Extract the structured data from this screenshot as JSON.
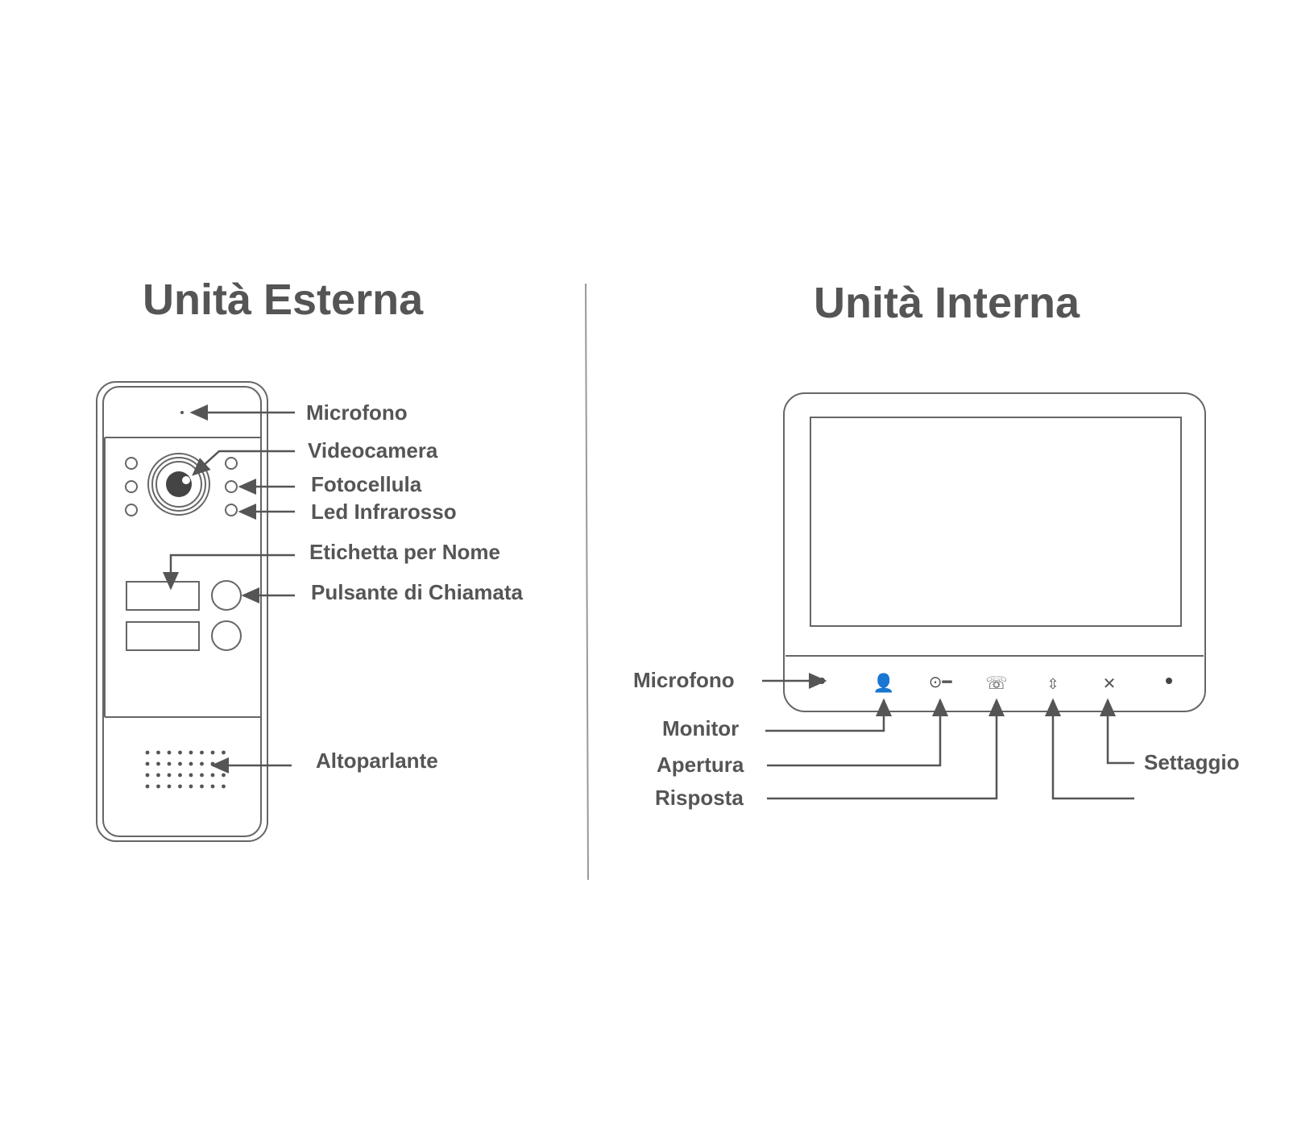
{
  "left": {
    "title": "Unità Esterna",
    "labels": {
      "microphone": "Microfono",
      "camera": "Videocamera",
      "photocell": "Fotocellula",
      "infrared_led": "Led Infrarosso",
      "name_label": "Etichetta per Nome",
      "call_button": "Pulsante di Chiamata",
      "speaker": "Altoparlante"
    }
  },
  "right": {
    "title": "Unità Interna",
    "labels": {
      "microphone": "Microfono",
      "monitor": "Monitor",
      "unlock": "Apertura",
      "answer": "Risposta",
      "settings": "Settaggio"
    }
  }
}
